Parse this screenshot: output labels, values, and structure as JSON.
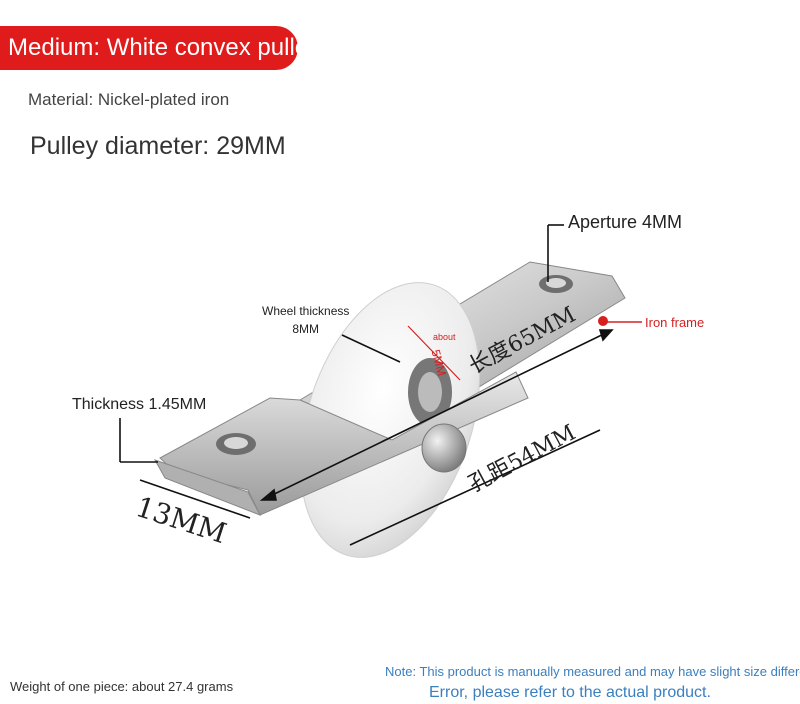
{
  "banner": {
    "text": "Medium: White convex pulley",
    "color": "#e01b1b"
  },
  "material": "Material: Nickel-plated iron",
  "pulley_diameter": "Pulley diameter: 29MM",
  "labels": {
    "aperture": "Aperture 4MM",
    "wheel_thickness_line1": "Wheel thickness",
    "wheel_thickness_line2": "8MM",
    "iron_frame": "Iron frame",
    "thickness": "Thickness 1.45MM",
    "about": "about",
    "about_value": "5MM",
    "length": "长度65MM",
    "hole_distance": "孔距54MM",
    "width": "13MM"
  },
  "footer": {
    "weight": "Weight of one piece: about 27.4 grams",
    "note_line1": "Note: This product is manually measured and may have slight size differen",
    "note_line2": "Error, please refer to the actual product."
  },
  "colors": {
    "accent_red": "#e01b1b",
    "note_blue": "#3a7fbf"
  }
}
